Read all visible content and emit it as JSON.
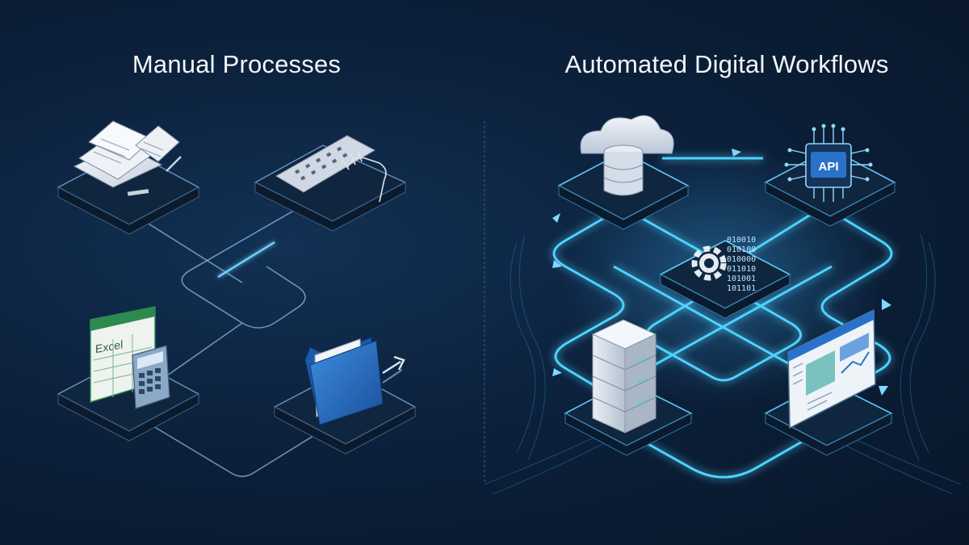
{
  "left_panel": {
    "title": "Manual Processes",
    "nodes": [
      {
        "icon": "paper-documents-icon"
      },
      {
        "icon": "keyboard-typing-icon"
      },
      {
        "icon": "excel-calculator-icon",
        "label": "Excel"
      },
      {
        "icon": "file-folder-icon"
      }
    ]
  },
  "right_panel": {
    "title": "Automated Digital Workflows",
    "nodes": [
      {
        "icon": "cloud-database-icon"
      },
      {
        "icon": "api-chip-icon",
        "label": "API"
      },
      {
        "icon": "gear-binary-icon",
        "binary_lines": [
          "010010",
          "010100",
          "010000",
          "011010",
          "101001",
          "101101"
        ]
      },
      {
        "icon": "server-rack-icon"
      },
      {
        "icon": "dashboard-screen-icon"
      }
    ]
  },
  "colors": {
    "background": "#0b1c33",
    "title_text": "#f2f6fb",
    "platform": "#10263f",
    "glow": "#4fd2ff",
    "accent_blue": "#2a72c9",
    "excel_green": "#2d8a4e"
  }
}
